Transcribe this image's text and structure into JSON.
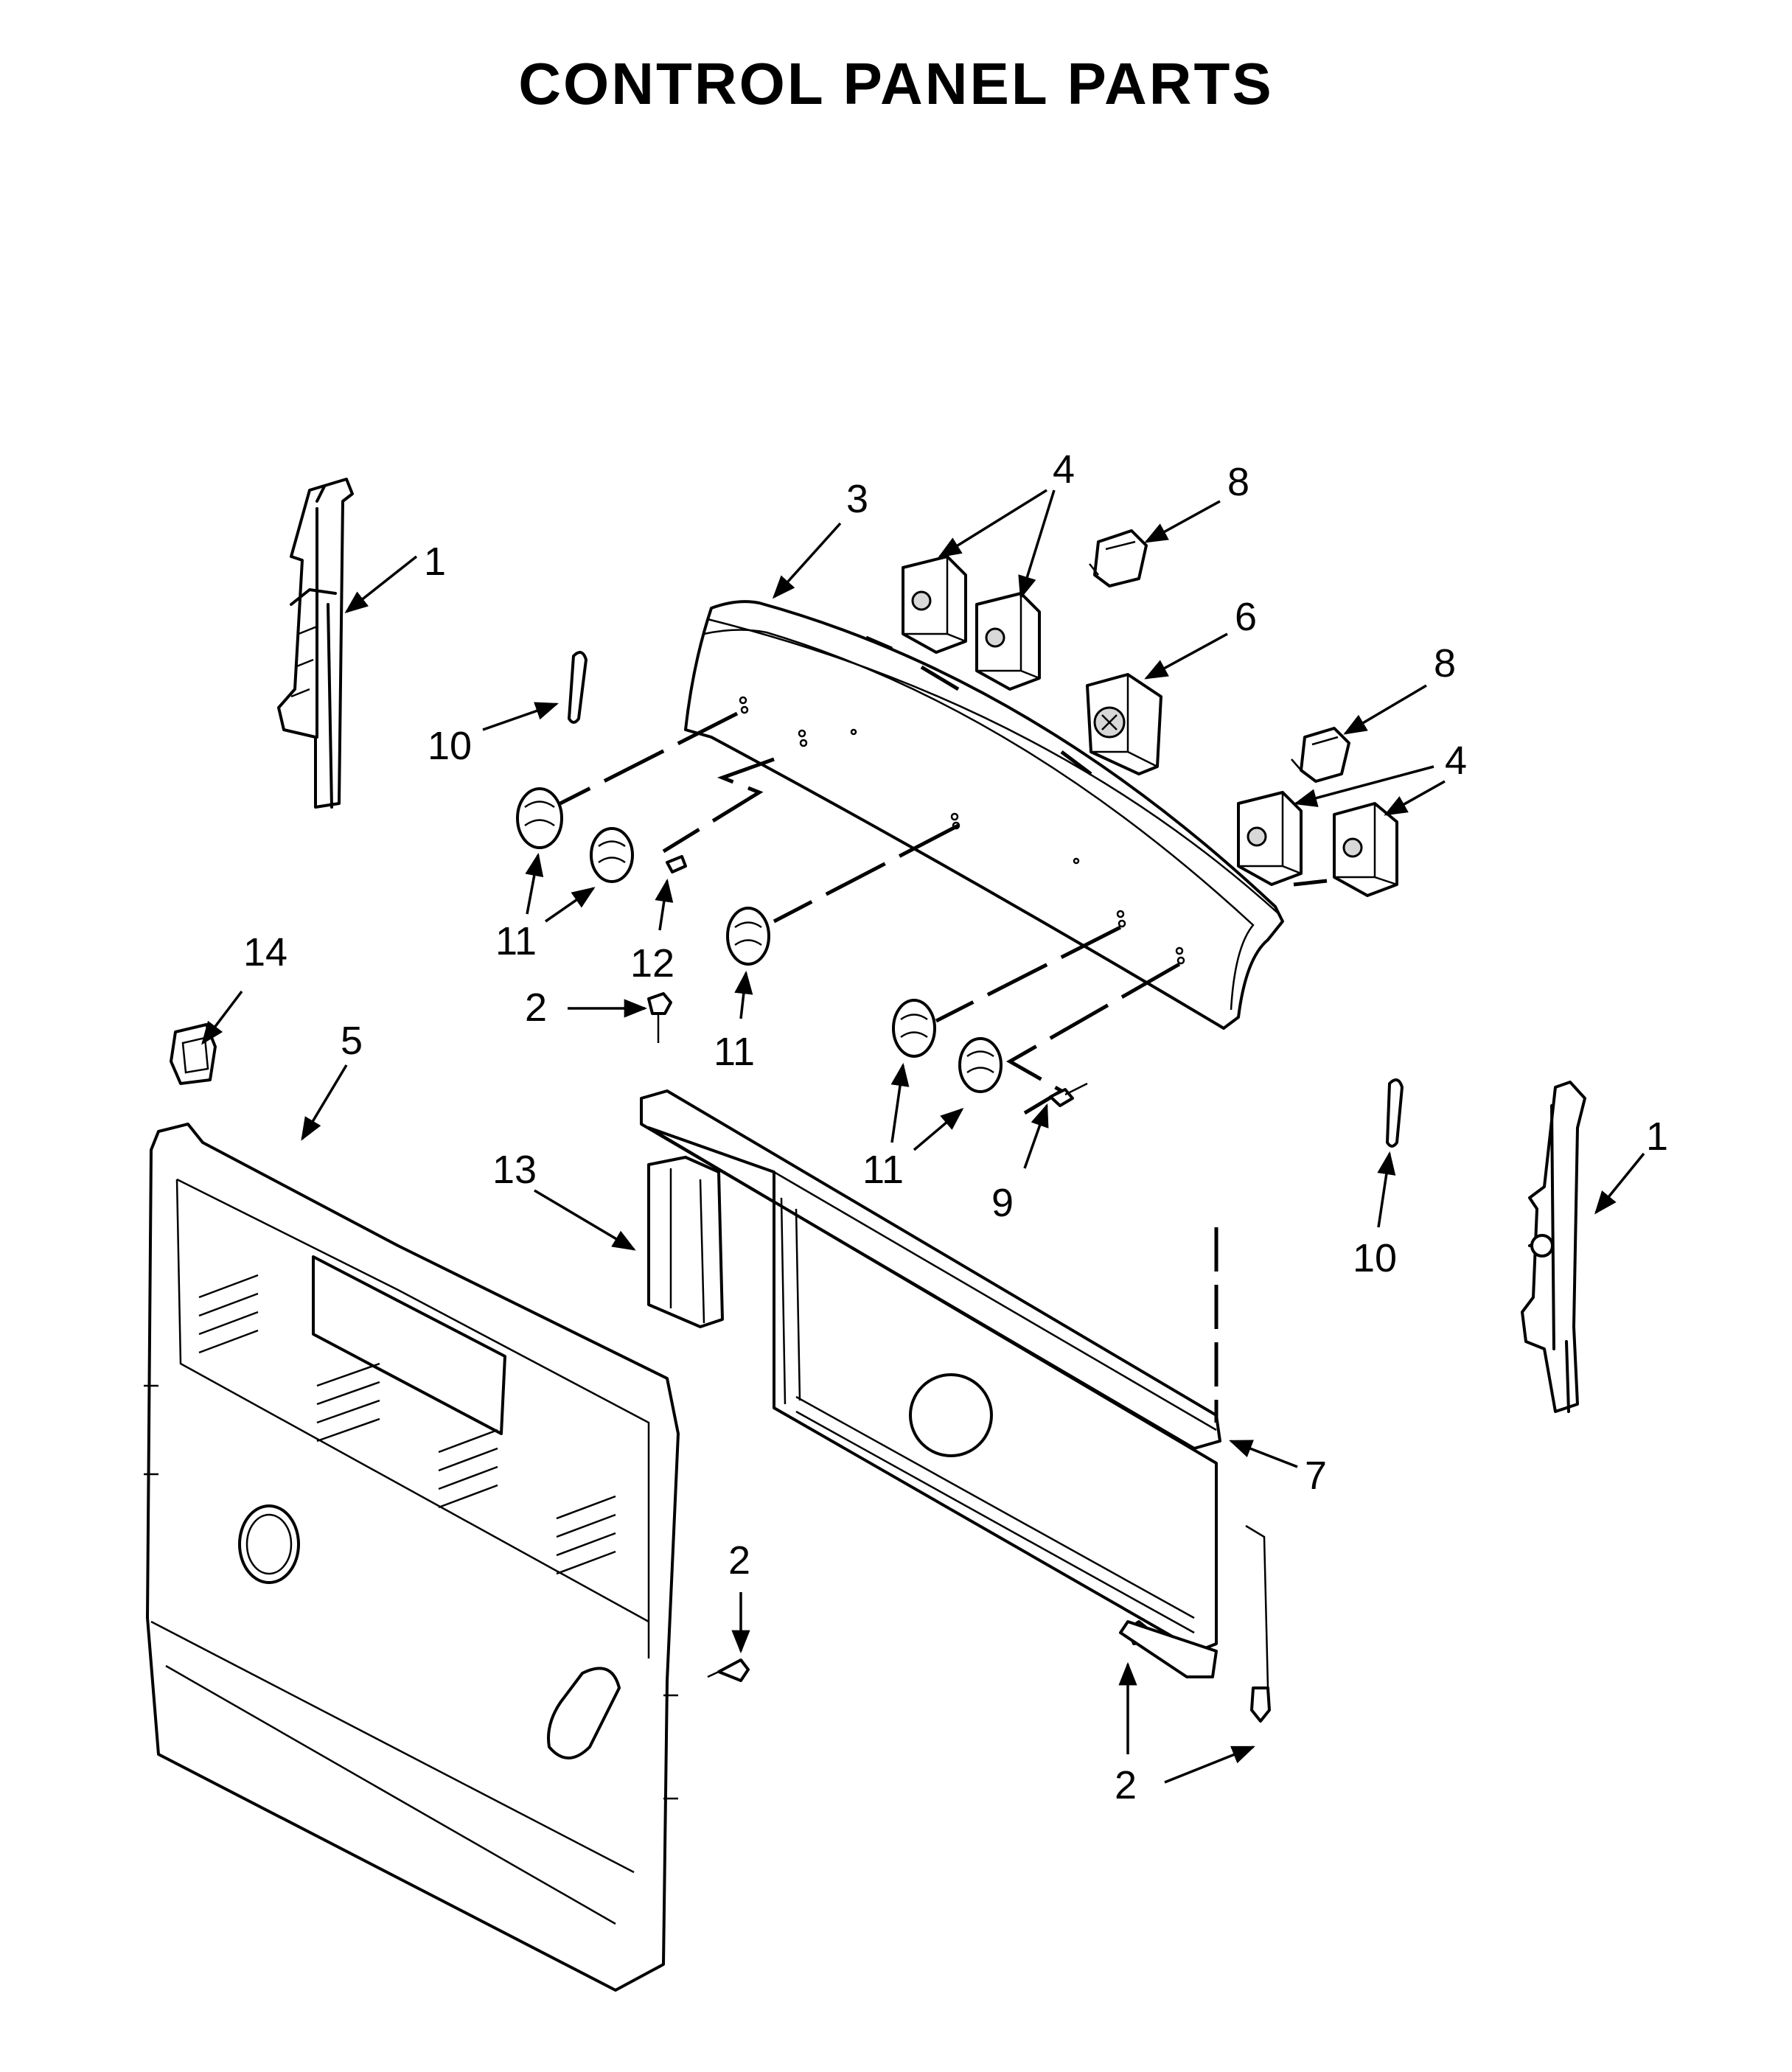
{
  "title": "CONTROL PANEL PARTS",
  "callouts": {
    "c1a": "1",
    "c1b": "1",
    "c2a": "2",
    "c2b": "2",
    "c2c": "2",
    "c3": "3",
    "c4a": "4",
    "c4b": "4",
    "c5": "5",
    "c6": "6",
    "c7": "7",
    "c8a": "8",
    "c8b": "8",
    "c9": "9",
    "c10a": "10",
    "c10b": "10",
    "c11a": "11",
    "c11b": "11",
    "c11c": "11",
    "c12": "12",
    "c13": "13",
    "c14": "14"
  }
}
